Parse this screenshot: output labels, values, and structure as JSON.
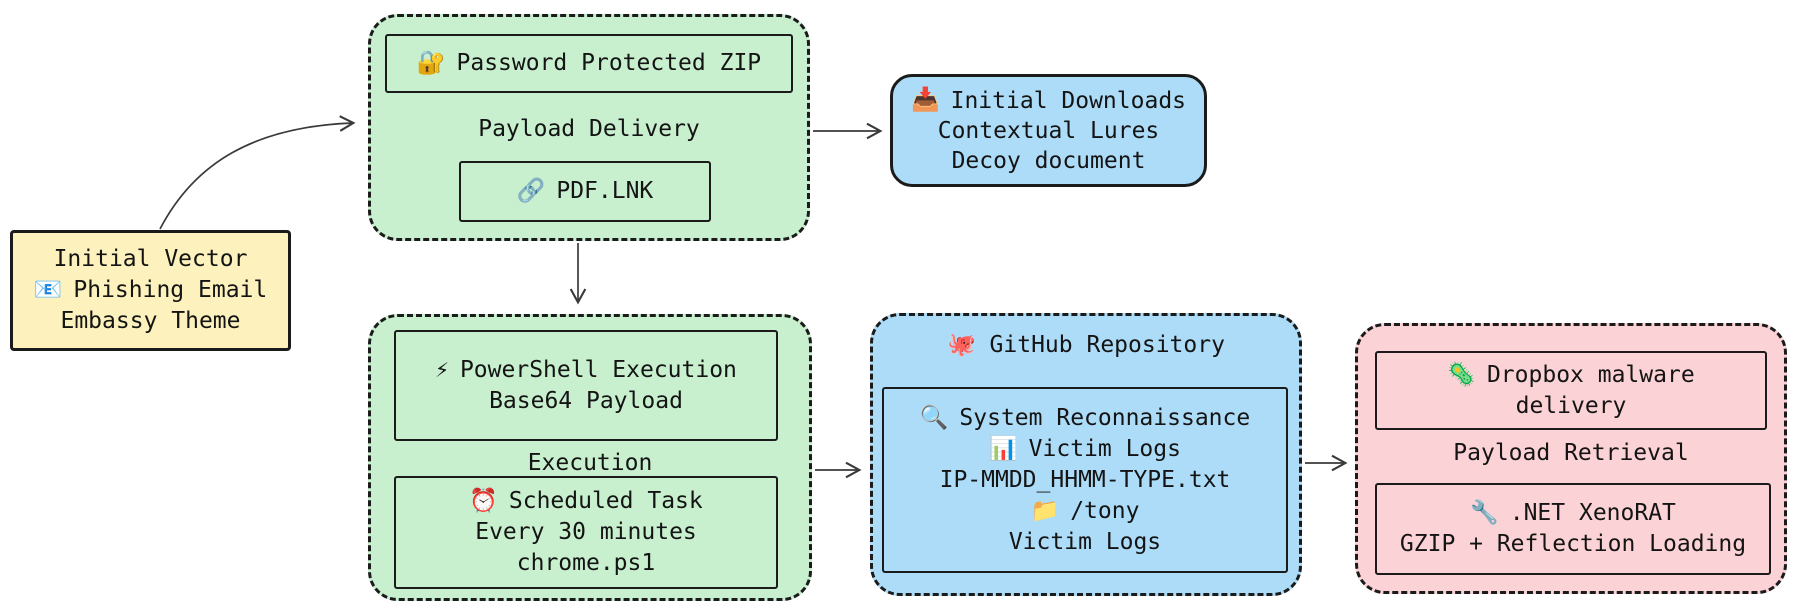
{
  "colors": {
    "yellow_fill": "#fdf2bd",
    "green_fill": "#c8f0cf",
    "blue_fill": "#addcf8",
    "pink_fill": "#fbd2d5",
    "stroke": "#1b1b1b",
    "arrow": "#3a3a3a"
  },
  "nodes": {
    "initial_vector": {
      "line1": "Initial Vector",
      "email_icon": "📧",
      "line2": "Phishing Email",
      "line3": "Embassy Theme"
    },
    "payload_delivery": {
      "zip_icon": "🔐",
      "zip_label": "Password Protected ZIP",
      "group_label": "Payload Delivery",
      "lnk_icon": "🔗",
      "lnk_label": "PDF.LNK"
    },
    "initial_downloads": {
      "inbox_icon": "📥",
      "line1": "Initial Downloads",
      "line2": "Contextual Lures",
      "line3": "Decoy document"
    },
    "execution": {
      "bolt_icon": "⚡",
      "ps_line1": "PowerShell Execution",
      "ps_line2": "Base64 Payload",
      "group_label": "Execution",
      "clock_icon": "⏰",
      "task_line1": "Scheduled Task",
      "task_line2": "Every 30 minutes",
      "task_line3": "chrome.ps1"
    },
    "github_repository": {
      "octopus_icon": "🐙",
      "header": "GitHub Repository",
      "search_icon": "🔍",
      "recon_line1": "System Reconnaissance",
      "chart_icon": "📊",
      "recon_line2": "Victim Logs",
      "recon_line3": "IP-MMDD_HHMM-TYPE.txt",
      "folder_icon": "📁",
      "recon_line4": "/tony",
      "recon_line5": "Victim Logs"
    },
    "payload_retrieval": {
      "microbe_icon": "🦠",
      "dropbox_line1": "Dropbox malware",
      "dropbox_line2": "delivery",
      "group_label": "Payload Retrieval",
      "wrench_icon": "🔧",
      "rat_line1": ".NET XenoRAT",
      "rat_line2": "GZIP + Reflection Loading"
    }
  }
}
